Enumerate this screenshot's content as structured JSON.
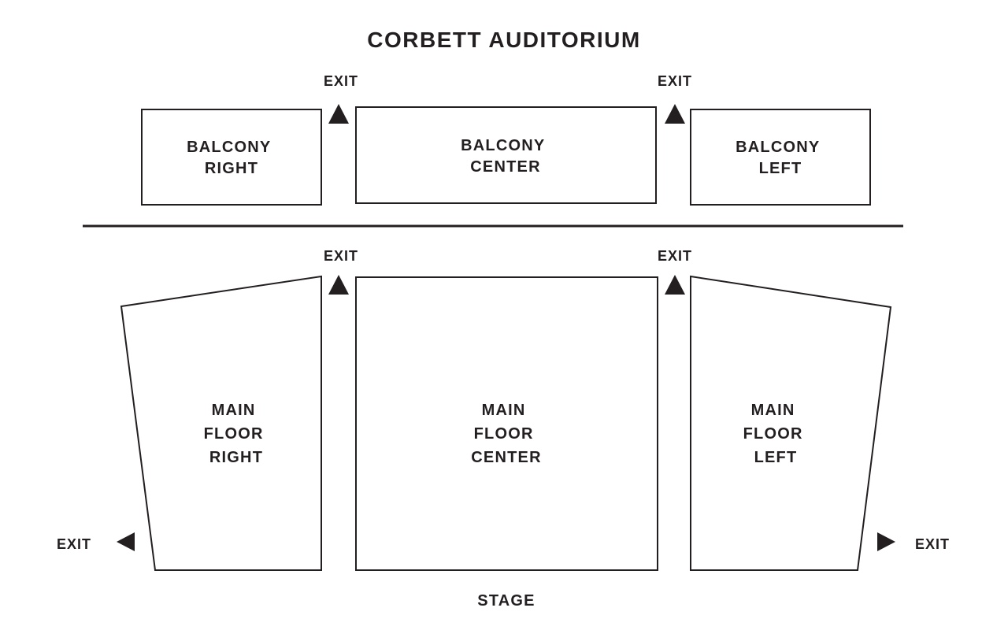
{
  "title": "CORBETT AUDITORIUM",
  "stage": {
    "label": "STAGE"
  },
  "colors": {
    "ink": "#231f20",
    "background": "#ffffff"
  },
  "balcony": {
    "right": {
      "line1": "BALCONY",
      "line2": "RIGHT"
    },
    "center": {
      "line1": "BALCONY",
      "line2": "CENTER"
    },
    "left": {
      "line1": "BALCONY",
      "line2": "LEFT"
    }
  },
  "main_floor": {
    "right": {
      "line1": "MAIN",
      "line2": "FLOOR",
      "line3": "RIGHT"
    },
    "center": {
      "line1": "MAIN",
      "line2": "FLOOR",
      "line3": "CENTER"
    },
    "left": {
      "line1": "MAIN",
      "line2": "FLOOR",
      "line3": "LEFT"
    }
  },
  "exits": {
    "balcony_upper_left": {
      "label": "EXIT",
      "direction": "up"
    },
    "balcony_upper_right": {
      "label": "EXIT",
      "direction": "up"
    },
    "main_upper_left": {
      "label": "EXIT",
      "direction": "up"
    },
    "main_upper_right": {
      "label": "EXIT",
      "direction": "up"
    },
    "floor_lower_left": {
      "label": "EXIT",
      "direction": "left"
    },
    "floor_lower_right": {
      "label": "EXIT",
      "direction": "right"
    }
  }
}
